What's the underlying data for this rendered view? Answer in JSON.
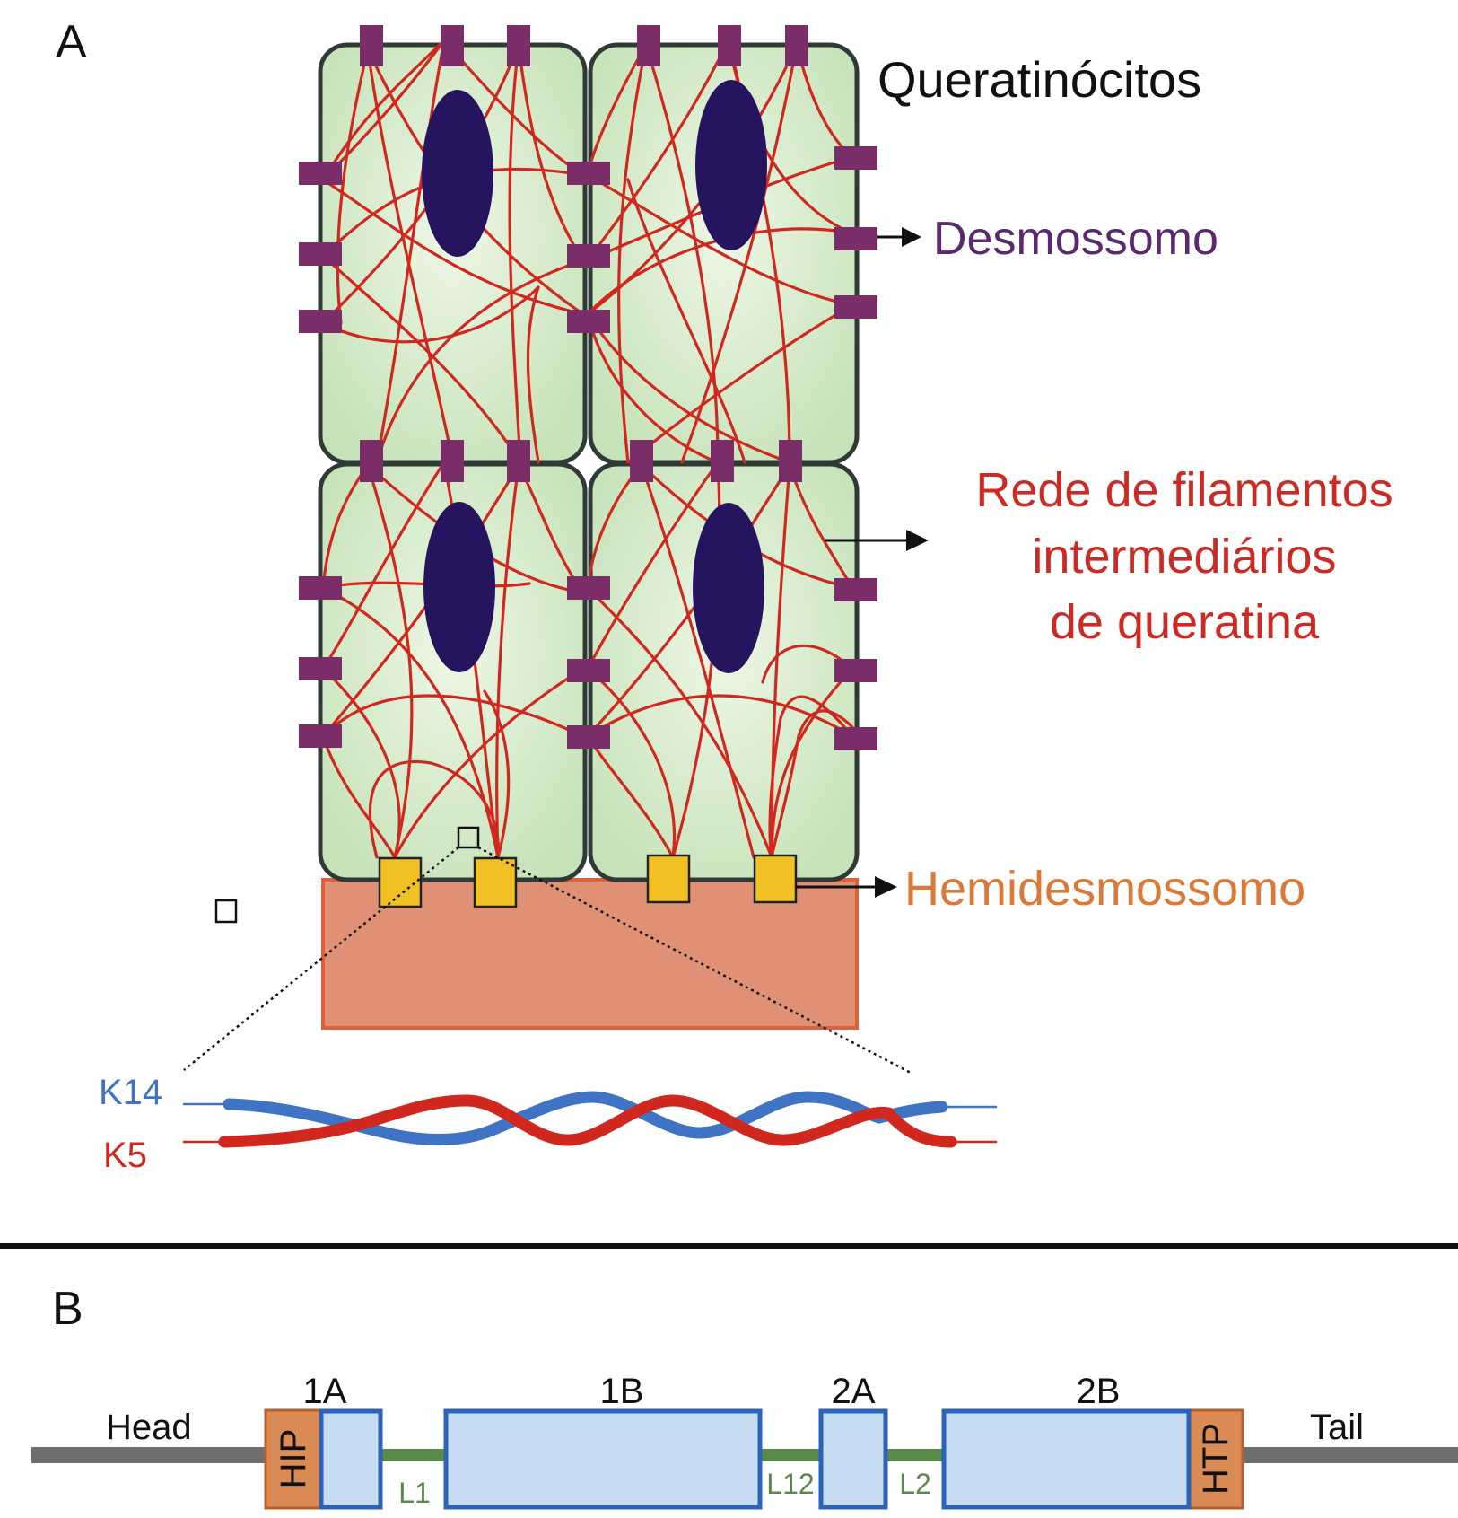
{
  "panel_a": {
    "letter": "A",
    "labels": {
      "keratinocytes": "Queratinócitos",
      "desmosome": "Desmossomo",
      "network_line1": "Rede de filamentos",
      "network_line2": "intermediários",
      "network_line3": "de queratina",
      "hemidesmosome": "Hemidesmossomo",
      "k14": "K14",
      "k5": "K5"
    }
  },
  "panel_b": {
    "letter": "B",
    "labels": {
      "head": "Head",
      "tail": "Tail",
      "hip": "HIP",
      "htp": "HTP",
      "seg_1a": "1A",
      "seg_1b": "1B",
      "seg_2a": "2A",
      "seg_2b": "2B",
      "l1": "L1",
      "l12": "L12",
      "l2": "L2"
    }
  },
  "colors": {
    "cell_fill": "#cfe8c4",
    "cell_border": "#2f3a36",
    "nucleus": "#26155e",
    "filament": "#d0281f",
    "desmosome": "#7b2d68",
    "desmosome_text": "#5a2a6e",
    "hemidesmosome": "#f0c024",
    "basement": "#e09075",
    "hemidesmosome_text": "#d97a3a",
    "network_text": "#cc2b25",
    "k14": "#3f74c4",
    "k5": "#d0281f",
    "segment_fill": "#c6dcf2",
    "segment_border": "#2c62b8",
    "linker": "#5a8a4a",
    "orange_box": "#d98a55",
    "gray_line": "#6e6e6e"
  }
}
